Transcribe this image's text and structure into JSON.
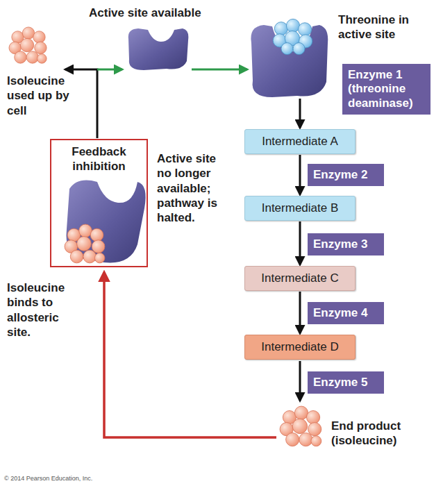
{
  "diagram": {
    "nodes": [
      {
        "text": [
          "Enzyme 1 (threonine deaminase)"
        ]
      },
      {
        "text": [
          "Feedback inhibition"
        ]
      },
      {
        "text": [
          "Intermediate A"
        ]
      },
      {
        "text": [
          "Enzyme 2"
        ]
      },
      {
        "text": [
          "Intermediate B"
        ]
      },
      {
        "text": [
          "Enzyme 3"
        ]
      },
      {
        "text": [
          "Intermediate C"
        ]
      },
      {
        "text": [
          "Enzyme 4"
        ]
      },
      {
        "text": [
          "Intermediate D"
        ]
      },
      {
        "text": [
          "Enzyme 5"
        ]
      }
    ],
    "edges": [
      {
        "from": 2,
        "to": 4,
        "arrow": "to"
      },
      {
        "from": 4,
        "to": 6,
        "arrow": "to"
      },
      {
        "from": 6,
        "to": 8,
        "arrow": "to"
      }
    ],
    "labels": [
      "Active site available",
      "Threonine in active site",
      "Isoleucine used up by cell",
      "Active site no longer available; pathway is halted.",
      "Isoleucine binds to allosteric site.",
      "End product (isoleucine)",
      "© 2014 Pearson Education, Inc."
    ]
  }
}
